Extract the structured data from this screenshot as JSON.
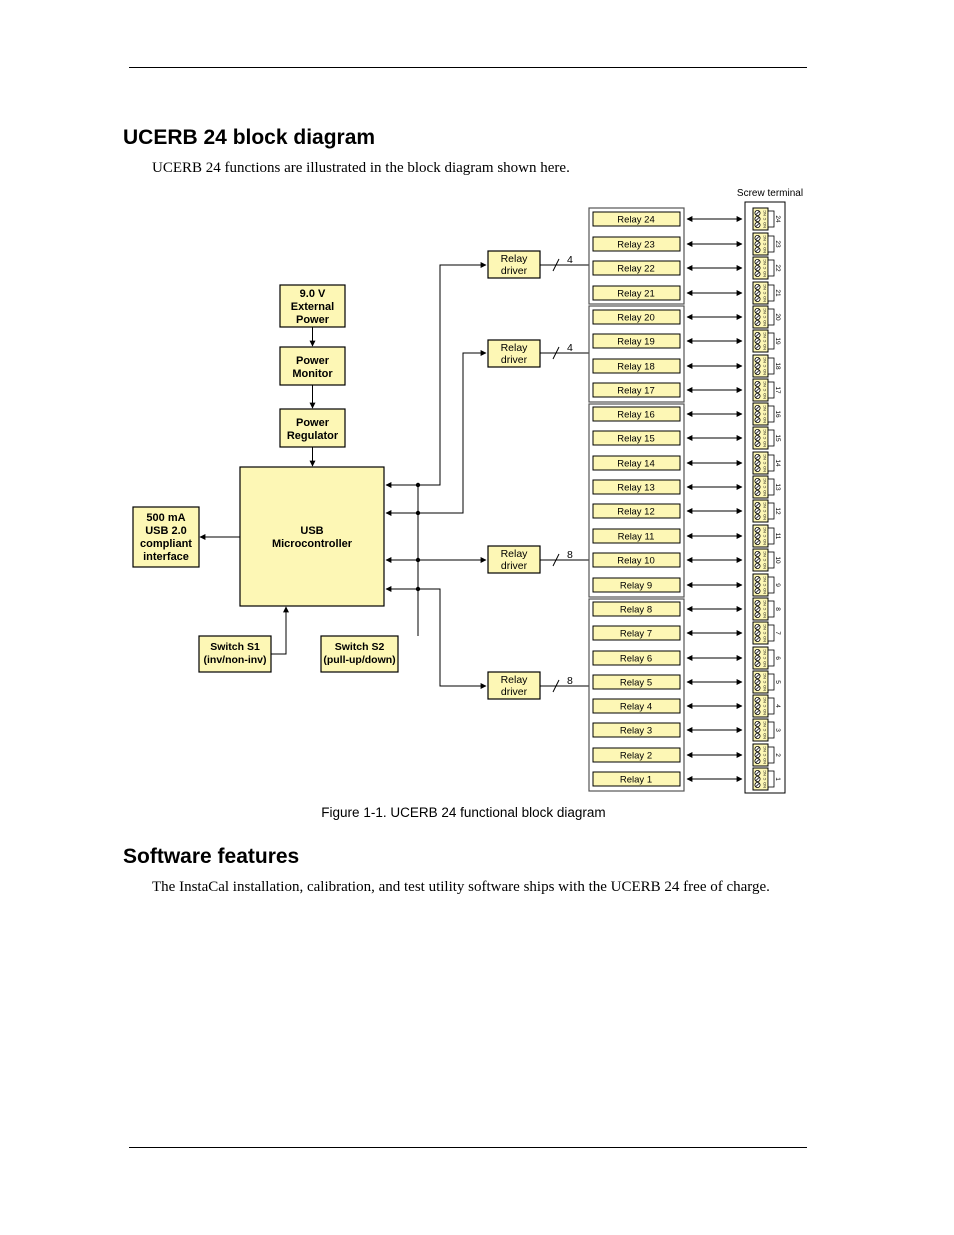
{
  "sections": {
    "block_diagram_heading": "UCERB 24 block diagram",
    "block_diagram_intro": "UCERB 24 functions are illustrated in the block diagram shown here.",
    "software_heading": "Software features",
    "software_text": "The InstaCal installation, calibration, and test utility software ships with the UCERB 24 free of charge."
  },
  "diagram": {
    "caption": "Figure 1-1. UCERB 24 functional block diagram",
    "screw_terminal_label": "Screw terminal",
    "blocks": {
      "external_power": [
        "9.0 V",
        "External",
        "Power"
      ],
      "power_monitor": [
        "Power",
        "Monitor"
      ],
      "power_regulator": [
        "Power",
        "Regulator"
      ],
      "microcontroller": [
        "USB",
        "Microcontroller"
      ],
      "usb_interface": [
        "500 mA",
        "USB 2.0",
        "compliant",
        "interface"
      ],
      "switch_s1": [
        "Switch S1",
        "(inv/non-inv)"
      ],
      "switch_s2": [
        "Switch S2",
        "(pull-up/down)"
      ]
    },
    "relay_driver_label": [
      "Relay",
      "driver"
    ],
    "bus_widths": [
      "4",
      "4",
      "8",
      "8"
    ],
    "relays": [
      "Relay 24",
      "Relay 23",
      "Relay 22",
      "Relay 21",
      "Relay 20",
      "Relay 19",
      "Relay 18",
      "Relay 17",
      "Relay 16",
      "Relay 15",
      "Relay 14",
      "Relay 13",
      "Relay 12",
      "Relay 11",
      "Relay 10",
      "Relay 9",
      "Relay 8",
      "Relay 7",
      "Relay 6",
      "Relay 5",
      "Relay 4",
      "Relay 3",
      "Relay 2",
      "Relay 1"
    ],
    "terminal_numbers": [
      "24",
      "23",
      "22",
      "21",
      "20",
      "19",
      "18",
      "17",
      "16",
      "15",
      "14",
      "13",
      "12",
      "11",
      "10",
      "9",
      "8",
      "7",
      "6",
      "5",
      "4",
      "3",
      "2",
      "1"
    ],
    "terminal_pin_labels": [
      "NC",
      "C",
      "NO"
    ],
    "colors": {
      "block_fill": "#fdf7b5",
      "line": "#000000"
    }
  }
}
